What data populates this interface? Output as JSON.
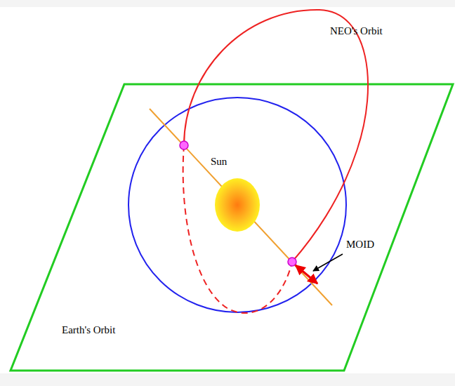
{
  "diagram": {
    "nodes": [
      {
        "text": [
          "Sun"
        ]
      }
    ],
    "labels": [
      "NEO's Orbit",
      "MOID",
      "Earth's Orbit"
    ]
  }
}
